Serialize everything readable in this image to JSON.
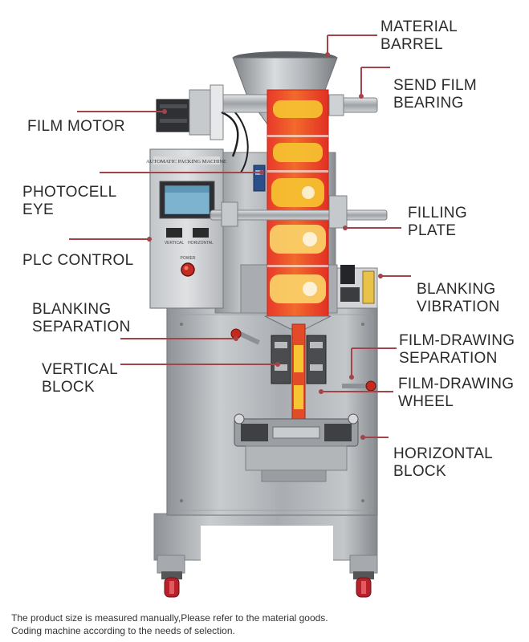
{
  "labels": {
    "material_barrel": "MATERIAL\nBARREL",
    "send_film_bearing": "SEND FILM\nBEARING",
    "film_motor": "FILM MOTOR",
    "photocell_eye": "PHOTOCELL\nEYE",
    "filling_plate": "FILLING\nPLATE",
    "plc_control": "PLC CONTROL",
    "blanking_vibration": "BLANKING\nVIBRATION",
    "blanking_separation": "BLANKING\nSEPARATION",
    "film_drawing_separation": "FILM-DRAWING\nSEPARATION",
    "vertical_block": "VERTICAL\nBLOCK",
    "film_drawing_wheel": "FILM-DRAWING\nWHEEL",
    "horizontal_block": "HORIZONTAL\nBLOCK"
  },
  "panel": {
    "header": "AUTOMATIC PACKING MACHINE",
    "vertical": "VERTICAL",
    "horizontal": "HORIZONTAL",
    "power": "POWER"
  },
  "footnote": "The product size is measured manually,Please refer to the material goods.\nCoding machine according to the needs of selection.",
  "colors": {
    "leader": "#a3434a",
    "text": "#2b2b2b",
    "steel": "#b9bcbf",
    "film_red": "#e8392a",
    "film_yellow": "#f6c531"
  }
}
